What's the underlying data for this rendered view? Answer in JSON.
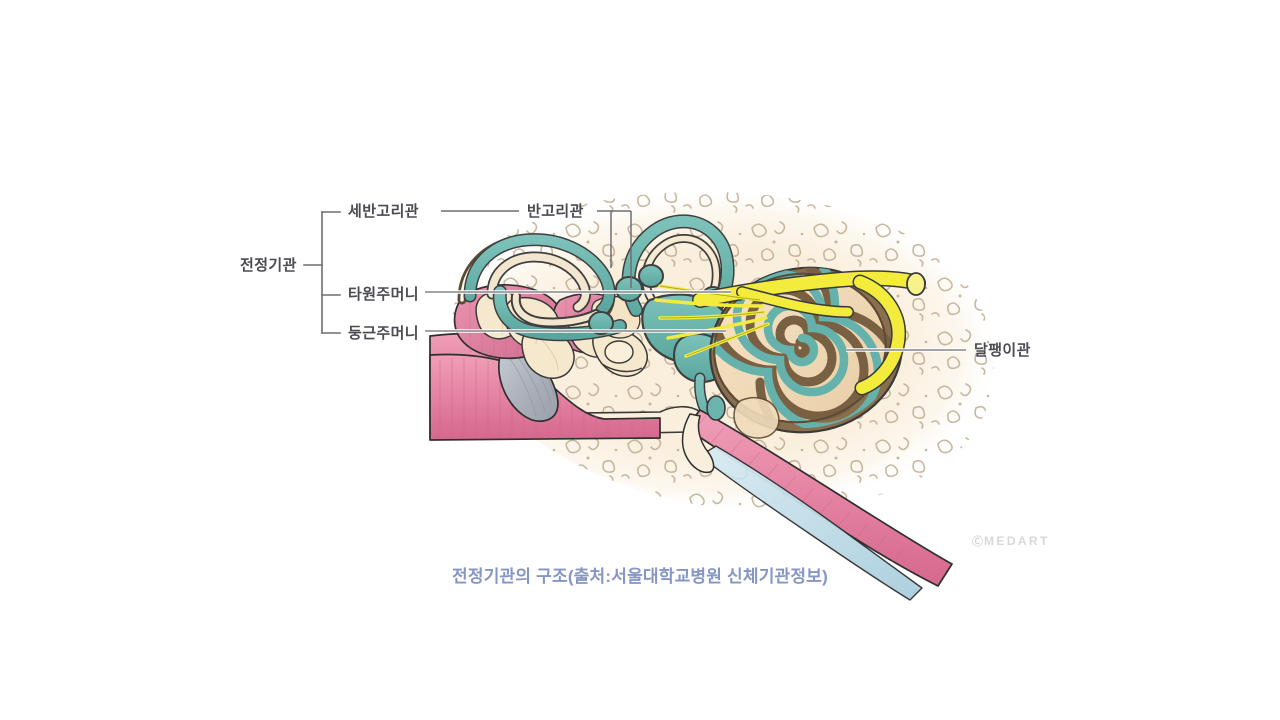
{
  "figure": {
    "title_caption": "전정기관의 구조(출처:서울대학교병원 신체기관정보)",
    "watermark": {
      "mark": "Ⓒ",
      "text": "MEDART"
    },
    "background_color": "#ffffff",
    "label_color": "#4b4b53",
    "caption_color": "#8696c4",
    "leader_line_color": "#6e6e74"
  },
  "labels": {
    "vestibular_organ": "전정기관",
    "three_semicircular_canals": "세반고리관",
    "semicircular_canal": "반고리관",
    "utricle": "타원주머니",
    "saccule": "둥근주머니",
    "cochlea": "달팽이관"
  },
  "bracket": {
    "parent": "전정기관",
    "children": [
      "세반고리관",
      "타원주머니",
      "둥근주머니"
    ]
  },
  "anatomy_colors": {
    "bone": "#faefdd",
    "bone_speckle": "#b9a88f",
    "muscle_pink": "#e58ba8",
    "muscle_pink_dark": "#cf6a8c",
    "eardrum_gray": "#b8bcc4",
    "labyrinth_teal": "#6cb5ae",
    "labyrinth_teal_dark": "#4f978f",
    "nerve_yellow": "#f3ec3d",
    "cochlea_brown": "#8a6f4e",
    "cochlea_cream": "#f2dcbc",
    "ossicle_cream": "#f6e8cd",
    "eustachian_blue": "#c2dde8"
  },
  "anatomy_parts": [
    "semicircular-canals",
    "utricle",
    "saccule",
    "cochlea",
    "vestibulocochlear-nerve",
    "ossicles",
    "eardrum",
    "ear-canal",
    "eustachian-tube",
    "temporal-bone"
  ]
}
